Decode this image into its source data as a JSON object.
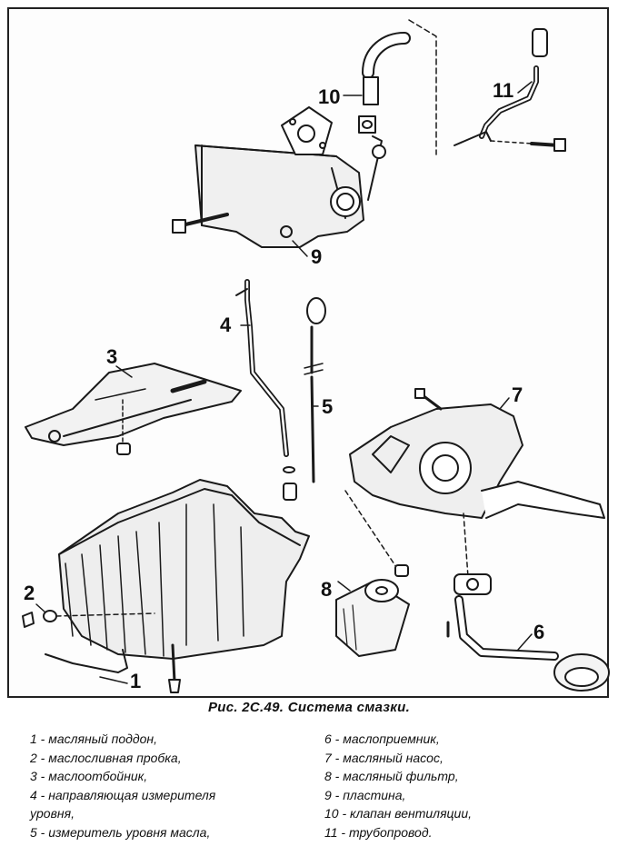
{
  "figure": {
    "callouts": [
      "1",
      "2",
      "3",
      "4",
      "5",
      "6",
      "7",
      "8",
      "9",
      "10",
      "11"
    ]
  },
  "caption": "Рис. 2C.49. Система смазки.",
  "legend": {
    "left": [
      "1 - масляный поддон,",
      "2 - маслосливная пробка,",
      "3 - маслоотбойник,",
      "4 - направляющая измерителя",
      "уровня,",
      "5 - измеритель уровня масла,"
    ],
    "right": [
      "6 - маслоприемник,",
      "7 - масляный насос,",
      "8 - масляный фильтр,",
      "9 - пластина,",
      "10 - клапан вентиляции,",
      "11 - трубопровод."
    ]
  }
}
